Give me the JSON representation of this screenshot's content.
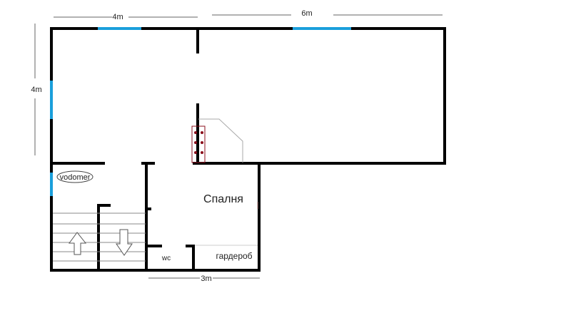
{
  "plan": {
    "dimensions": {
      "top_left": "4m",
      "top_right": "6m",
      "left_side": "4m",
      "bottom": "3m"
    },
    "rooms": {
      "bedroom": "Спалня",
      "wardrobe": "гардероб",
      "wc": "wc",
      "water_meter": "vodomer"
    },
    "colors": {
      "wall": "#000000",
      "window": "#1a9fdb",
      "dimension_line": "#555555",
      "stairs": "#888888",
      "stove": "#8b0f1c"
    }
  }
}
